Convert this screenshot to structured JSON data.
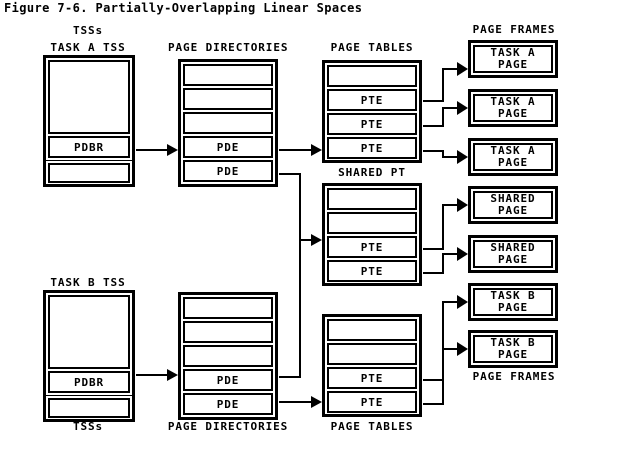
{
  "figure": {
    "title": "Figure 7-6. Partially-Overlapping Linear Spaces"
  },
  "captions": {
    "tss_top": "TSSs",
    "tss_bottom": "TSSs",
    "task_a_tss": "TASK A TSS",
    "task_b_tss": "TASK B TSS",
    "page_directories_top": "PAGE DIRECTORIES",
    "page_directories_bottom": "PAGE DIRECTORIES",
    "page_tables_top": "PAGE TABLES",
    "page_tables_bottom": "PAGE TABLES",
    "shared_pt": "SHARED PT",
    "page_frames_top": "PAGE FRAMES",
    "page_frames_bottom": "PAGE FRAMES"
  },
  "task_a_tss": {
    "cells": [
      {
        "label": "",
        "tall": true
      },
      {
        "label": "PDBR",
        "tall": false
      },
      {
        "label": "",
        "tall": false
      }
    ]
  },
  "task_b_tss": {
    "cells": [
      {
        "label": "",
        "tall": true
      },
      {
        "label": "PDBR",
        "tall": false
      },
      {
        "label": "",
        "tall": false
      }
    ]
  },
  "page_directory_a": {
    "cells": [
      {
        "label": ""
      },
      {
        "label": ""
      },
      {
        "label": ""
      },
      {
        "label": "PDE"
      },
      {
        "label": "PDE"
      }
    ]
  },
  "page_directory_b": {
    "cells": [
      {
        "label": ""
      },
      {
        "label": ""
      },
      {
        "label": ""
      },
      {
        "label": "PDE"
      },
      {
        "label": "PDE"
      }
    ]
  },
  "page_table_a": {
    "cells": [
      {
        "label": ""
      },
      {
        "label": "PTE"
      },
      {
        "label": "PTE"
      },
      {
        "label": "PTE"
      }
    ]
  },
  "shared_page_table": {
    "cells": [
      {
        "label": ""
      },
      {
        "label": ""
      },
      {
        "label": "PTE"
      },
      {
        "label": "PTE"
      }
    ]
  },
  "page_table_b": {
    "cells": [
      {
        "label": ""
      },
      {
        "label": ""
      },
      {
        "label": "PTE"
      },
      {
        "label": "PTE"
      }
    ]
  },
  "page_frames": [
    {
      "line1": "TASK A",
      "line2": "PAGE"
    },
    {
      "line1": "TASK A",
      "line2": "PAGE"
    },
    {
      "line1": "TASK A",
      "line2": "PAGE"
    },
    {
      "line1": "SHARED",
      "line2": "PAGE"
    },
    {
      "line1": "SHARED",
      "line2": "PAGE"
    },
    {
      "line1": "TASK B",
      "line2": "PAGE"
    },
    {
      "line1": "TASK B",
      "line2": "PAGE"
    }
  ],
  "colors": {
    "ink": "#000000",
    "paper": "#ffffff"
  }
}
